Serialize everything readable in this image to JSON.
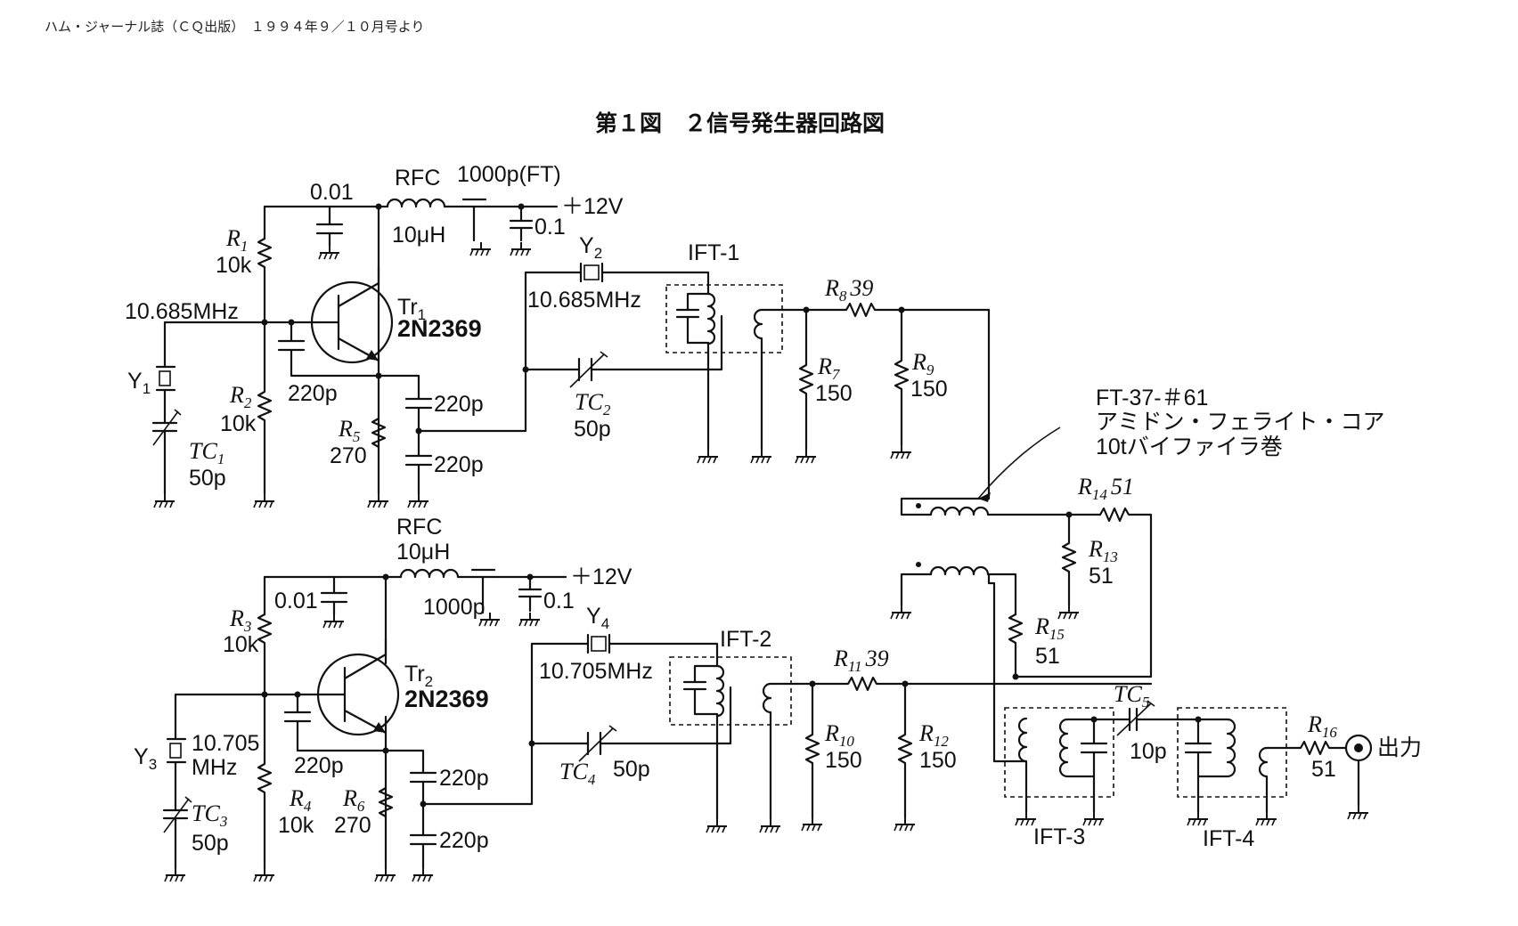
{
  "header": "ハム・ジャーナル誌（ＣＱ出版）　１９９４年９／１０月号より",
  "title": "第１図　２信号発生器回路図",
  "osc1": {
    "c_top": "0.01",
    "rfc": "RFC",
    "rfc_val": "10μH",
    "ft": "1000p(FT)",
    "vcc": "＋12V",
    "c_bypass": "0.1",
    "r1": "R",
    "r1_sub": "1",
    "r1_val": "10k",
    "r2": "R",
    "r2_sub": "2",
    "r2_val": "10k",
    "r5": "R",
    "r5_sub": "5",
    "r5_val": "270",
    "freq": "10.685MHz",
    "y1": "Y",
    "y1_sub": "1",
    "tc1": "TC",
    "tc1_sub": "1",
    "tc1_val": "50p",
    "tr": "Tr",
    "tr_sub": "1",
    "tr_type": "2N2369",
    "c_base": "220p",
    "c_e1": "220p",
    "c_e2": "220p",
    "y2": "Y",
    "y2_sub": "2",
    "y2_freq": "10.685MHz",
    "tc2": "TC",
    "tc2_sub": "2",
    "tc2_val": "50p",
    "ift": "IFT-1",
    "r8": "R",
    "r8_sub": "8",
    "r8_val": "39",
    "r7": "R",
    "r7_sub": "7",
    "r7_val": "150",
    "r9": "R",
    "r9_sub": "9",
    "r9_val": "150"
  },
  "osc2": {
    "rfc": "RFC",
    "rfc_val": "10μH",
    "c_top": "0.01",
    "ft": "1000p",
    "vcc": "＋12V",
    "c_bypass": "0.1",
    "r3": "R",
    "r3_sub": "3",
    "r3_val": "10k",
    "r4": "R",
    "r4_sub": "4",
    "r4_val": "10k",
    "r6": "R",
    "r6_sub": "6",
    "r6_val": "270",
    "y3": "Y",
    "y3_sub": "3",
    "y3_freq1": "10.705",
    "y3_freq2": "MHz",
    "tc3": "TC",
    "tc3_sub": "3",
    "tc3_val": "50p",
    "tr": "Tr",
    "tr_sub": "2",
    "tr_type": "2N2369",
    "c_base": "220p",
    "c_e1": "220p",
    "c_e2": "220p",
    "y4": "Y",
    "y4_sub": "4",
    "y4_freq": "10.705MHz",
    "tc4": "TC",
    "tc4_sub": "4",
    "tc4_val": "50p",
    "ift": "IFT-2",
    "r11": "R",
    "r11_sub": "11",
    "r11_val": "39",
    "r10": "R",
    "r10_sub": "10",
    "r10_val": "150",
    "r12": "R",
    "r12_sub": "12",
    "r12_val": "150"
  },
  "combiner": {
    "core1": "FT-37-＃61",
    "core2": "アミドン・フェライト・コア",
    "core3": "10tバイファイラ巻",
    "r14": "R",
    "r14_sub": "14",
    "r14_val": "51",
    "r13": "R",
    "r13_sub": "13",
    "r13_val": "51",
    "r15": "R",
    "r15_sub": "15",
    "r15_val": "51"
  },
  "output": {
    "ift3": "IFT-3",
    "ift4": "IFT-4",
    "tc5": "TC",
    "tc5_sub": "5",
    "tc5_val": "10p",
    "r16": "R",
    "r16_sub": "16",
    "r16_val": "51",
    "out": "出力"
  }
}
